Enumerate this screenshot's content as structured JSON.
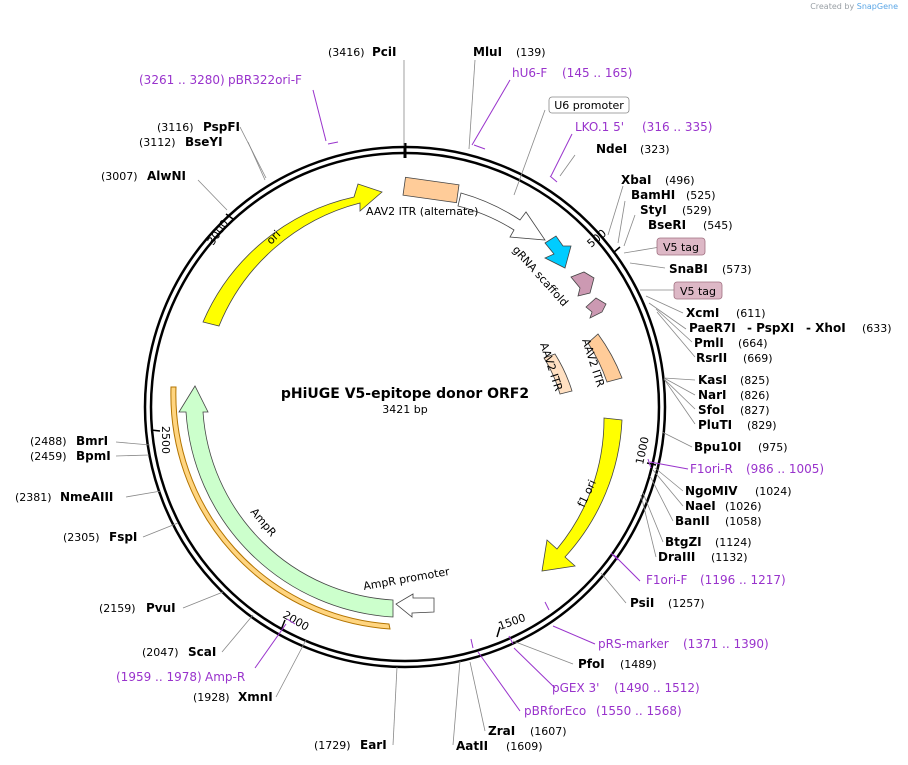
{
  "watermark": {
    "created_by": "Created by",
    "brand": "SnapGene"
  },
  "plasmid": {
    "name": "pHiUGE V5-epitope donor ORF2",
    "size_text": "3421 bp",
    "length": 3421
  },
  "ticks": [
    "500",
    "1000",
    "1500",
    "2000",
    "2500",
    "3000"
  ],
  "enzymes": [
    {
      "name": "PciI",
      "pos": "(3416)"
    },
    {
      "name": "MluI",
      "pos": "(139)"
    },
    {
      "name": "NdeI",
      "pos": "(323)"
    },
    {
      "name": "XbaI",
      "pos": "(496)"
    },
    {
      "name": "BamHI",
      "pos": "(525)"
    },
    {
      "name": "StyI",
      "pos": "(529)"
    },
    {
      "name": "BseRI",
      "pos": "(545)"
    },
    {
      "name": "SnaBI",
      "pos": "(573)"
    },
    {
      "name": "XcmI",
      "pos": "(611)"
    },
    {
      "name": "PaeR7I",
      "pos": ""
    },
    {
      "name": "- PspXI",
      "pos": ""
    },
    {
      "name": "- XhoI",
      "pos": "(633)"
    },
    {
      "name": "PmlI",
      "pos": "(664)"
    },
    {
      "name": "RsrII",
      "pos": "(669)"
    },
    {
      "name": "KasI",
      "pos": "(825)"
    },
    {
      "name": "NarI",
      "pos": "(826)"
    },
    {
      "name": "SfoI",
      "pos": "(827)"
    },
    {
      "name": "PluTI",
      "pos": "(829)"
    },
    {
      "name": "Bpu10I",
      "pos": "(975)"
    },
    {
      "name": "NgoMIV",
      "pos": "(1024)"
    },
    {
      "name": "NaeI",
      "pos": "(1026)"
    },
    {
      "name": "BanII",
      "pos": "(1058)"
    },
    {
      "name": "BtgZI",
      "pos": "(1124)"
    },
    {
      "name": "DraIII",
      "pos": "(1132)"
    },
    {
      "name": "PsiI",
      "pos": "(1257)"
    },
    {
      "name": "PfoI",
      "pos": "(1489)"
    },
    {
      "name": "ZraI",
      "pos": "(1607)"
    },
    {
      "name": "AatII",
      "pos": "(1609)"
    },
    {
      "name": "EarI",
      "pos": "(1729)"
    },
    {
      "name": "XmnI",
      "pos": "(1928)"
    },
    {
      "name": "ScaI",
      "pos": "(2047)"
    },
    {
      "name": "PvuI",
      "pos": "(2159)"
    },
    {
      "name": "FspI",
      "pos": "(2305)"
    },
    {
      "name": "NmeAIII",
      "pos": "(2381)"
    },
    {
      "name": "BpmI",
      "pos": "(2459)"
    },
    {
      "name": "BmrI",
      "pos": "(2488)"
    },
    {
      "name": "AlwNI",
      "pos": "(3007)"
    },
    {
      "name": "BseYI",
      "pos": "(3112)"
    },
    {
      "name": "PspFI",
      "pos": "(3116)"
    }
  ],
  "primers": [
    {
      "name": "hU6-F",
      "range": "(145 .. 165)"
    },
    {
      "name": "LKO.1 5'",
      "range": "(316 .. 335)"
    },
    {
      "name": "F1ori-R",
      "range": "(986 .. 1005)"
    },
    {
      "name": "F1ori-F",
      "range": "(1196 .. 1217)"
    },
    {
      "name": "pRS-marker",
      "range": "(1371 .. 1390)"
    },
    {
      "name": "pGEX 3'",
      "range": "(1490 .. 1512)"
    },
    {
      "name": "pBRforEco",
      "range": "(1550 .. 1568)"
    },
    {
      "name": "Amp-R",
      "range": "(1959 .. 1978)"
    },
    {
      "name": "pBR322ori-F",
      "range": "(3261 .. 3280)"
    }
  ],
  "features": [
    {
      "name": "U6 promoter"
    },
    {
      "name": "V5 tag"
    },
    {
      "name": "V5 tag"
    },
    {
      "name": "AAV2 ITR (alternate)"
    },
    {
      "name": "gRNA scaffold"
    },
    {
      "name": "AAV2 ITR"
    },
    {
      "name": "AAV2 ITR"
    },
    {
      "name": "f1 ori"
    },
    {
      "name": "AmpR promoter"
    },
    {
      "name": "AmpR"
    },
    {
      "name": "ori"
    }
  ],
  "colors": {
    "primer": "#9933cc",
    "ori": "#ffff00",
    "ampr": "#ccffcc",
    "itr": "#ffcc99",
    "grna": "#00ccff",
    "v5": "#cc99b2"
  }
}
